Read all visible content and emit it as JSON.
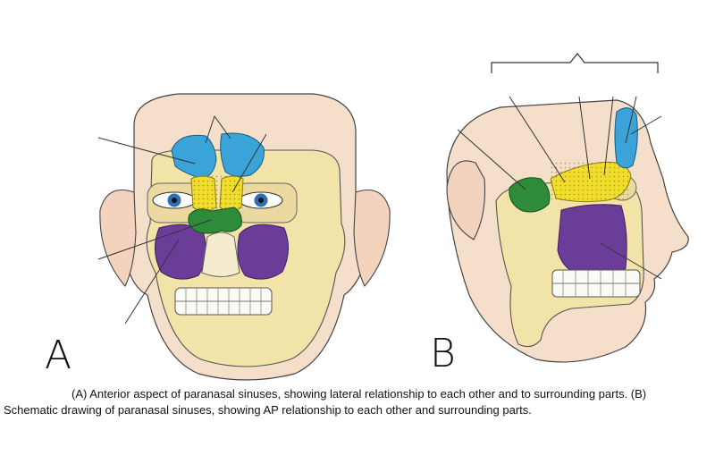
{
  "figure": {
    "panel_a_letter": "A",
    "panel_b_letter": "B",
    "caption_line_1": "(A) Anterior aspect of paranasal sinuses, showing lateral relationship to each other and to surrounding parts. (B)",
    "caption_line_2": "Schematic drawing of paranasal sinuses, showing AP relationship to each other and surrounding parts."
  },
  "colors": {
    "skin": "#f6dfca",
    "bone": "#f2e3a8",
    "frontal_sinus": "#3aa3d8",
    "ethmoid_sinus": "#f1dd2c",
    "sphenoid_sinus": "#2e8b3a",
    "maxillary_sinus": "#6a3d99",
    "iris": "#2c6fb3"
  }
}
